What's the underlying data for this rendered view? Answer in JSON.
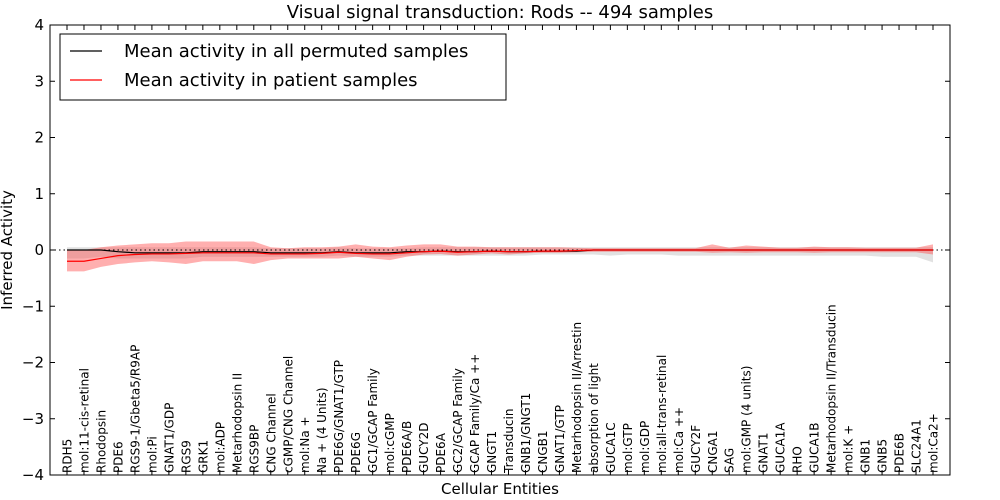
{
  "chart_data": {
    "type": "line",
    "title": "Visual signal transduction: Rods -- 494 samples",
    "xlabel": "Cellular Entities",
    "ylabel": "Inferred Activity",
    "ylim": [
      -4,
      4
    ],
    "yticks": [
      4,
      3,
      2,
      1,
      0,
      -1,
      -2,
      -3,
      -4
    ],
    "ytick_labels": [
      "4",
      "3",
      "2",
      "1",
      "0",
      "−1",
      "−2",
      "−3",
      "−4"
    ],
    "grid": false,
    "legend_position": "top-left",
    "categories": [
      "RDH5",
      "mol:11-cis-retinal",
      "Rhodopsin",
      "PDE6",
      "RGS9-1/Gbeta5/R9AP",
      "mol:Pi",
      "GNAT1/GDP",
      "RGS9",
      "GRK1",
      "mol:ADP",
      "Metarhodopsin II",
      "RGS9BP",
      "CNG Channel",
      "cGMP/CNG Channel",
      "mol:Na +",
      "Na + (4 Units)",
      "PDE6G/GNAT1/GTP",
      "PDE6G",
      "GC1/GCAP Family",
      "mol:cGMP",
      "PDE6A/B",
      "GUCY2D",
      "PDE6A",
      "GC2/GCAP Family",
      "GCAP Family/Ca ++",
      "GNGT1",
      "Transducin",
      "GNB1/GNGT1",
      "CNGB1",
      "GNAT1/GTP",
      "Metarhodopsin II/Arrestin",
      "absorption of light",
      "GUCA1C",
      "mol:GTP",
      "mol:GDP",
      "mol:all-trans-retinal",
      "mol:Ca ++",
      "GUCY2F",
      "CNGA1",
      "SAG",
      "mol:GMP (4 units)",
      "GNAT1",
      "GUCA1A",
      "RHO",
      "GUCA1B",
      "Metarhodopsin II/Transducin",
      "mol:K +",
      "GNB1",
      "GNB5",
      "PDE6B",
      "SLC24A1",
      "mol:Ca2+"
    ],
    "series": [
      {
        "name": "Mean activity in all permuted samples",
        "color": "#000000",
        "values": [
          0.0,
          0.0,
          0.0,
          -0.03,
          -0.05,
          -0.05,
          -0.05,
          -0.05,
          -0.03,
          -0.03,
          -0.03,
          -0.03,
          -0.05,
          -0.05,
          -0.05,
          -0.05,
          -0.03,
          -0.05,
          -0.05,
          -0.05,
          -0.03,
          -0.03,
          -0.02,
          -0.03,
          -0.03,
          -0.02,
          -0.03,
          -0.03,
          -0.02,
          -0.02,
          -0.02,
          0.0,
          0.0,
          0.0,
          0.0,
          0.0,
          0.0,
          0.0,
          0.0,
          0.0,
          0.0,
          0.0,
          0.0,
          0.0,
          0.0,
          0.0,
          0.0,
          0.0,
          0.0,
          0.0,
          0.0,
          0.0
        ],
        "band_lower": [
          -0.15,
          -0.15,
          -0.12,
          -0.15,
          -0.15,
          -0.15,
          -0.15,
          -0.15,
          -0.12,
          -0.12,
          -0.12,
          -0.12,
          -0.12,
          -0.12,
          -0.12,
          -0.12,
          -0.1,
          -0.12,
          -0.12,
          -0.12,
          -0.1,
          -0.1,
          -0.1,
          -0.1,
          -0.1,
          -0.1,
          -0.1,
          -0.1,
          -0.08,
          -0.08,
          -0.08,
          -0.08,
          -0.1,
          -0.08,
          -0.08,
          -0.08,
          -0.1,
          -0.1,
          -0.1,
          -0.1,
          -0.1,
          -0.1,
          -0.1,
          -0.1,
          -0.1,
          -0.1,
          -0.1,
          -0.1,
          -0.12,
          -0.12,
          -0.12,
          -0.22
        ],
        "band_upper": [
          0.05,
          0.05,
          0.05,
          0.05,
          0.05,
          0.05,
          0.05,
          0.05,
          0.05,
          0.05,
          0.05,
          0.05,
          0.03,
          0.03,
          0.03,
          0.03,
          0.05,
          0.03,
          0.03,
          0.03,
          0.03,
          0.05,
          0.05,
          0.05,
          0.05,
          0.05,
          0.05,
          0.05,
          0.05,
          0.05,
          0.05,
          0.05,
          0.05,
          0.05,
          0.05,
          0.05,
          0.05,
          0.05,
          0.05,
          0.05,
          0.05,
          0.05,
          0.05,
          0.05,
          0.05,
          0.05,
          0.05,
          0.05,
          0.05,
          0.05,
          0.05,
          0.05
        ],
        "band_color": "#c8c8c8"
      },
      {
        "name": "Mean activity in patient samples",
        "color": "#ff0000",
        "values": [
          -0.2,
          -0.2,
          -0.15,
          -0.1,
          -0.08,
          -0.07,
          -0.07,
          -0.06,
          -0.05,
          -0.05,
          -0.05,
          -0.05,
          -0.07,
          -0.07,
          -0.07,
          -0.06,
          -0.04,
          -0.06,
          -0.07,
          -0.07,
          -0.05,
          -0.03,
          -0.02,
          -0.04,
          -0.03,
          -0.02,
          -0.03,
          -0.03,
          -0.02,
          -0.02,
          -0.01,
          0.0,
          0.0,
          0.0,
          0.0,
          0.0,
          0.0,
          0.0,
          0.0,
          0.0,
          0.0,
          0.0,
          0.0,
          0.0,
          0.0,
          0.0,
          0.0,
          0.0,
          0.0,
          0.0,
          0.0,
          0.0
        ],
        "band_lower": [
          -0.38,
          -0.38,
          -0.3,
          -0.25,
          -0.22,
          -0.2,
          -0.22,
          -0.25,
          -0.2,
          -0.2,
          -0.2,
          -0.25,
          -0.18,
          -0.15,
          -0.15,
          -0.15,
          -0.15,
          -0.12,
          -0.15,
          -0.18,
          -0.12,
          -0.08,
          -0.07,
          -0.1,
          -0.08,
          -0.06,
          -0.08,
          -0.06,
          -0.05,
          -0.05,
          -0.04,
          -0.03,
          -0.03,
          -0.03,
          -0.03,
          -0.03,
          -0.03,
          -0.03,
          -0.05,
          -0.04,
          -0.05,
          -0.04,
          -0.04,
          -0.04,
          -0.05,
          -0.04,
          -0.04,
          -0.04,
          -0.04,
          -0.04,
          -0.04,
          -0.08
        ],
        "band_upper": [
          0.0,
          0.0,
          0.05,
          0.08,
          0.1,
          0.12,
          0.12,
          0.15,
          0.15,
          0.15,
          0.15,
          0.15,
          0.05,
          0.03,
          0.05,
          0.05,
          0.06,
          0.1,
          0.06,
          0.05,
          0.08,
          0.1,
          0.1,
          0.06,
          0.06,
          0.05,
          0.05,
          0.05,
          0.05,
          0.05,
          0.04,
          0.03,
          0.03,
          0.03,
          0.03,
          0.03,
          0.03,
          0.03,
          0.1,
          0.04,
          0.08,
          0.06,
          0.04,
          0.04,
          0.06,
          0.05,
          0.05,
          0.04,
          0.04,
          0.04,
          0.04,
          0.1
        ],
        "band_color": "#ff4d4d"
      }
    ],
    "reference_line": {
      "y": 0,
      "style": "dotted",
      "color": "#000000"
    }
  }
}
